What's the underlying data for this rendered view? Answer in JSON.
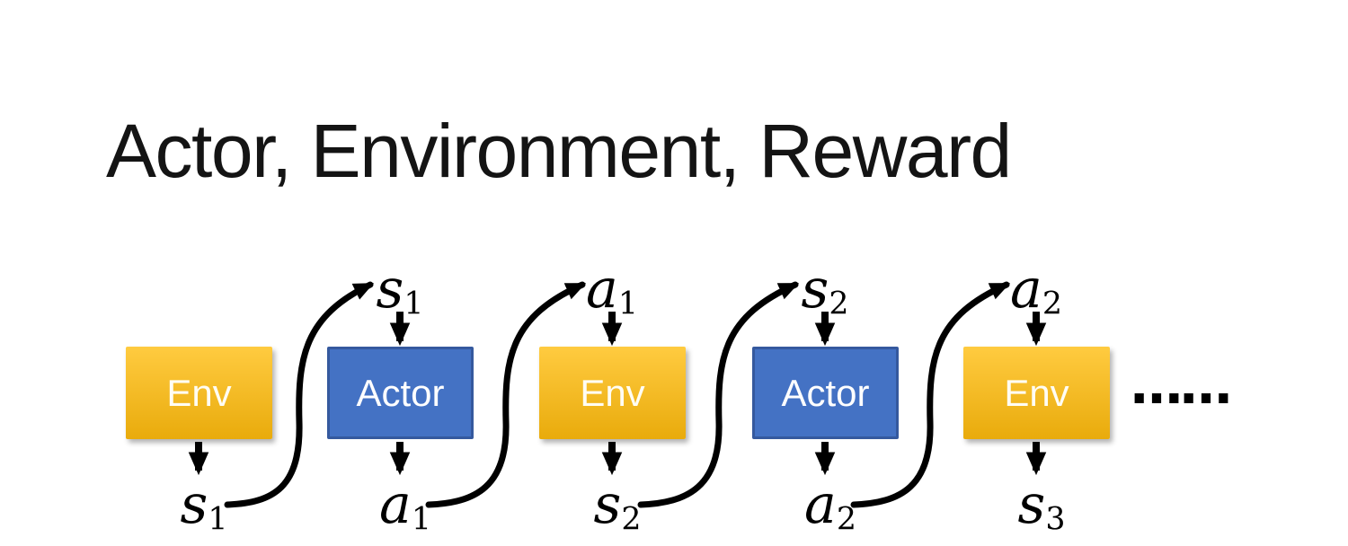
{
  "title": "Actor, Environment, Reward",
  "colors": {
    "background": "#ffffff",
    "title_text": "#141414",
    "env_top": "#ffcb40",
    "env_bottom": "#e9ab0c",
    "env_text": "#fffdf4",
    "actor_fill": "#4472c4",
    "actor_border": "#35599e",
    "actor_text": "#ffffff",
    "arrow": "#000000",
    "label_text": "#000000"
  },
  "diagram": {
    "columns": [
      {
        "type": "env",
        "box_label": "Env",
        "bottom": {
          "var": "s",
          "sub": "1"
        }
      },
      {
        "type": "actor",
        "box_label": "Actor",
        "top": {
          "var": "s",
          "sub": "1"
        },
        "bottom": {
          "var": "a",
          "sub": "1"
        }
      },
      {
        "type": "env",
        "box_label": "Env",
        "top": {
          "var": "a",
          "sub": "1"
        },
        "bottom": {
          "var": "s",
          "sub": "2"
        }
      },
      {
        "type": "actor",
        "box_label": "Actor",
        "top": {
          "var": "s",
          "sub": "2"
        },
        "bottom": {
          "var": "a",
          "sub": "2"
        }
      },
      {
        "type": "env",
        "box_label": "Env",
        "top": {
          "var": "a",
          "sub": "2"
        },
        "bottom": {
          "var": "s",
          "sub": "3"
        }
      }
    ],
    "ellipsis": "……"
  }
}
